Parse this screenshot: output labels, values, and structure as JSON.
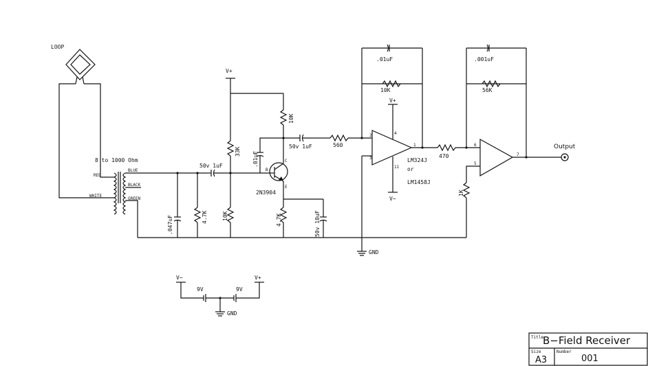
{
  "labels": {
    "loop": "LOOP",
    "transformer": "8 to 1000 Ohm",
    "red": "RED",
    "white": "WHITE",
    "blue": "BLUE",
    "black": "BLACK",
    "green": "GREEN",
    "c_047": ".047uF",
    "r_47a": "4.7K",
    "r_10k_base": "10K",
    "r_33k": "33K",
    "c_50v1_in": "50v 1uF",
    "c_01_cb": ".01uF",
    "vplus_top": "V+",
    "r_10k_col": "10K",
    "q_b": "B",
    "q_c": "C",
    "q_e": "E",
    "transistor": "2N3904",
    "r_47_e": "4.7K",
    "c_50v10": "50v 10uF",
    "c_50v1_out": "50v 1uF",
    "r_560": "560",
    "c_01_fb": ".01uF",
    "r_10k_fb": "10K",
    "vplus_op": "V+",
    "vminus_op": "V−",
    "pin2": "2",
    "pin3": "3",
    "pin1": "1",
    "pin4": "4",
    "pin11": "11",
    "opamp": "LM324J",
    "or": "or",
    "opamp_alt": "LM1458J",
    "r_470": "470",
    "c_001_fb": ".001uF",
    "r_56k": "56K",
    "pin6": "6",
    "pin5": "5",
    "pin7": "7",
    "r_1k": "1K",
    "output": "Output",
    "gnd_main": "GND",
    "batt_vminus": "V−",
    "batt_vplus": "V+",
    "batt1": "9V",
    "batt2": "9V",
    "batt_gnd": "GND"
  },
  "title_block": {
    "title_label": "Title",
    "title": "B−Field Receiver",
    "size_label": "Size",
    "size": "A3",
    "number_label": "Number",
    "number": "001"
  }
}
